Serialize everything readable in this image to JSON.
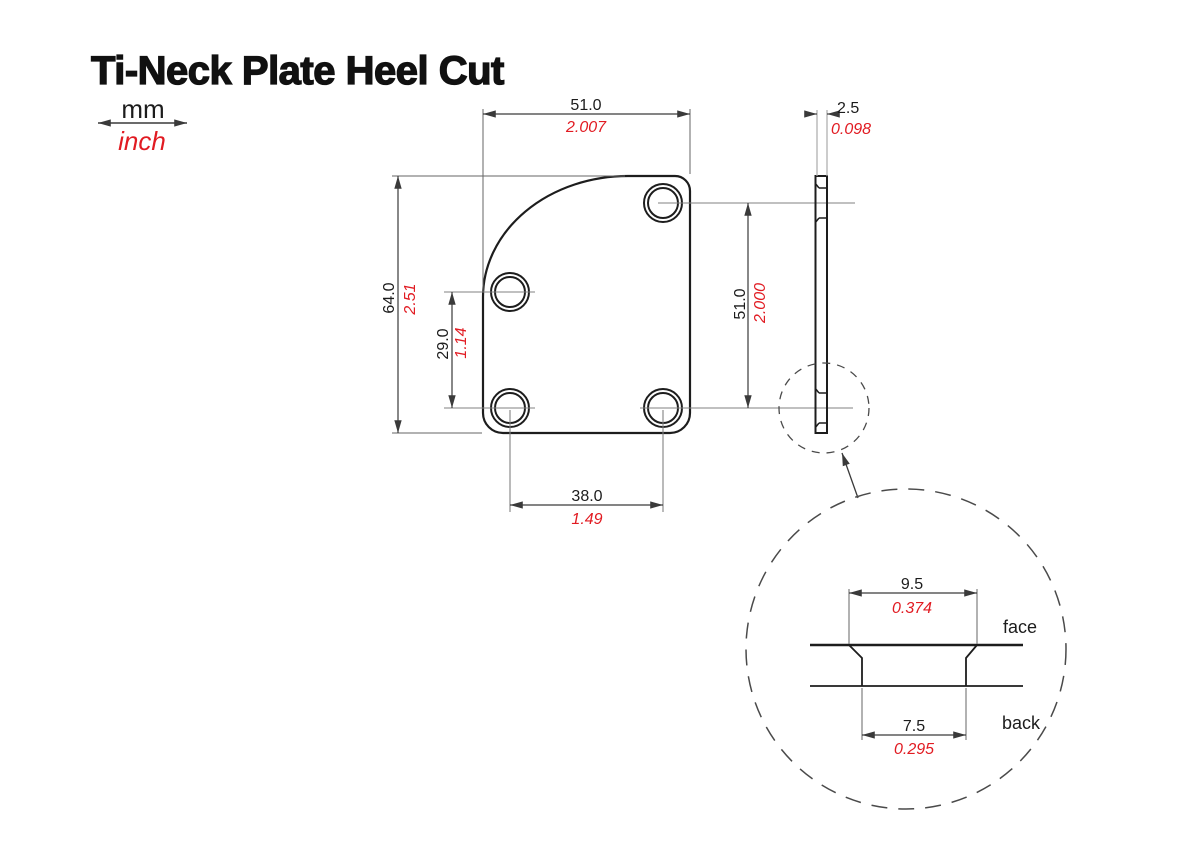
{
  "title": "Ti-Neck Plate Heel Cut",
  "legend": {
    "mm_label": "mm",
    "inch_label": "inch"
  },
  "colors": {
    "outline": "#1d1d1d",
    "dimension_line": "#3a3a3a",
    "inch_red": "#e11b22",
    "centerline_gray": "#808080"
  },
  "dimensions": {
    "plate_width": {
      "mm": "51.0",
      "inch": "2.007"
    },
    "plate_height": {
      "mm": "64.0",
      "inch": "2.51"
    },
    "hole_offset": {
      "mm": "29.0",
      "inch": "1.14"
    },
    "hole_span_side": {
      "mm": "51.0",
      "inch": "2.000"
    },
    "hole_span_bottom": {
      "mm": "38.0",
      "inch": "1.49"
    },
    "thickness": {
      "mm": "2.5",
      "inch": "0.098"
    },
    "countersink_face": {
      "mm": "9.5",
      "inch": "0.374"
    },
    "countersink_back": {
      "mm": "7.5",
      "inch": "0.295"
    }
  },
  "detail": {
    "face_label": "face",
    "back_label": "back"
  }
}
